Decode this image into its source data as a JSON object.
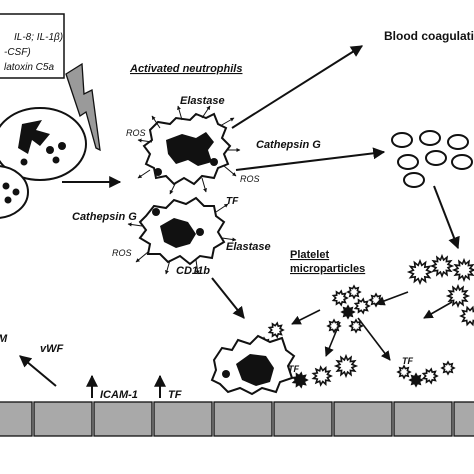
{
  "legend": {
    "line1": "IL-8; IL-1β)",
    "line2": "-CSF)",
    "line3": "latoxin C5a"
  },
  "labels": {
    "activated_neutrophils": "Activated neutrophils",
    "blood_coagulation": "Blood coagulatio",
    "elastase_top": "Elastase",
    "ros_top": "ROS",
    "cathepsin_g_right": "Cathepsin G",
    "ros_right": "ROS",
    "tf_neutrophil": "TF",
    "cathepsin_g_left": "Cathepsin G",
    "ros_lower": "ROS",
    "elastase_lower": "Elastase",
    "cd11b": "CD11b",
    "platelet": "Platelet",
    "microparticles": "microparticles",
    "tf_adherent": "TF",
    "tf_platelets": "TF",
    "m_fragment": "M",
    "vwf": "vWF",
    "icam1": "ICAM-1",
    "tf_endothelium": "TF"
  }
}
